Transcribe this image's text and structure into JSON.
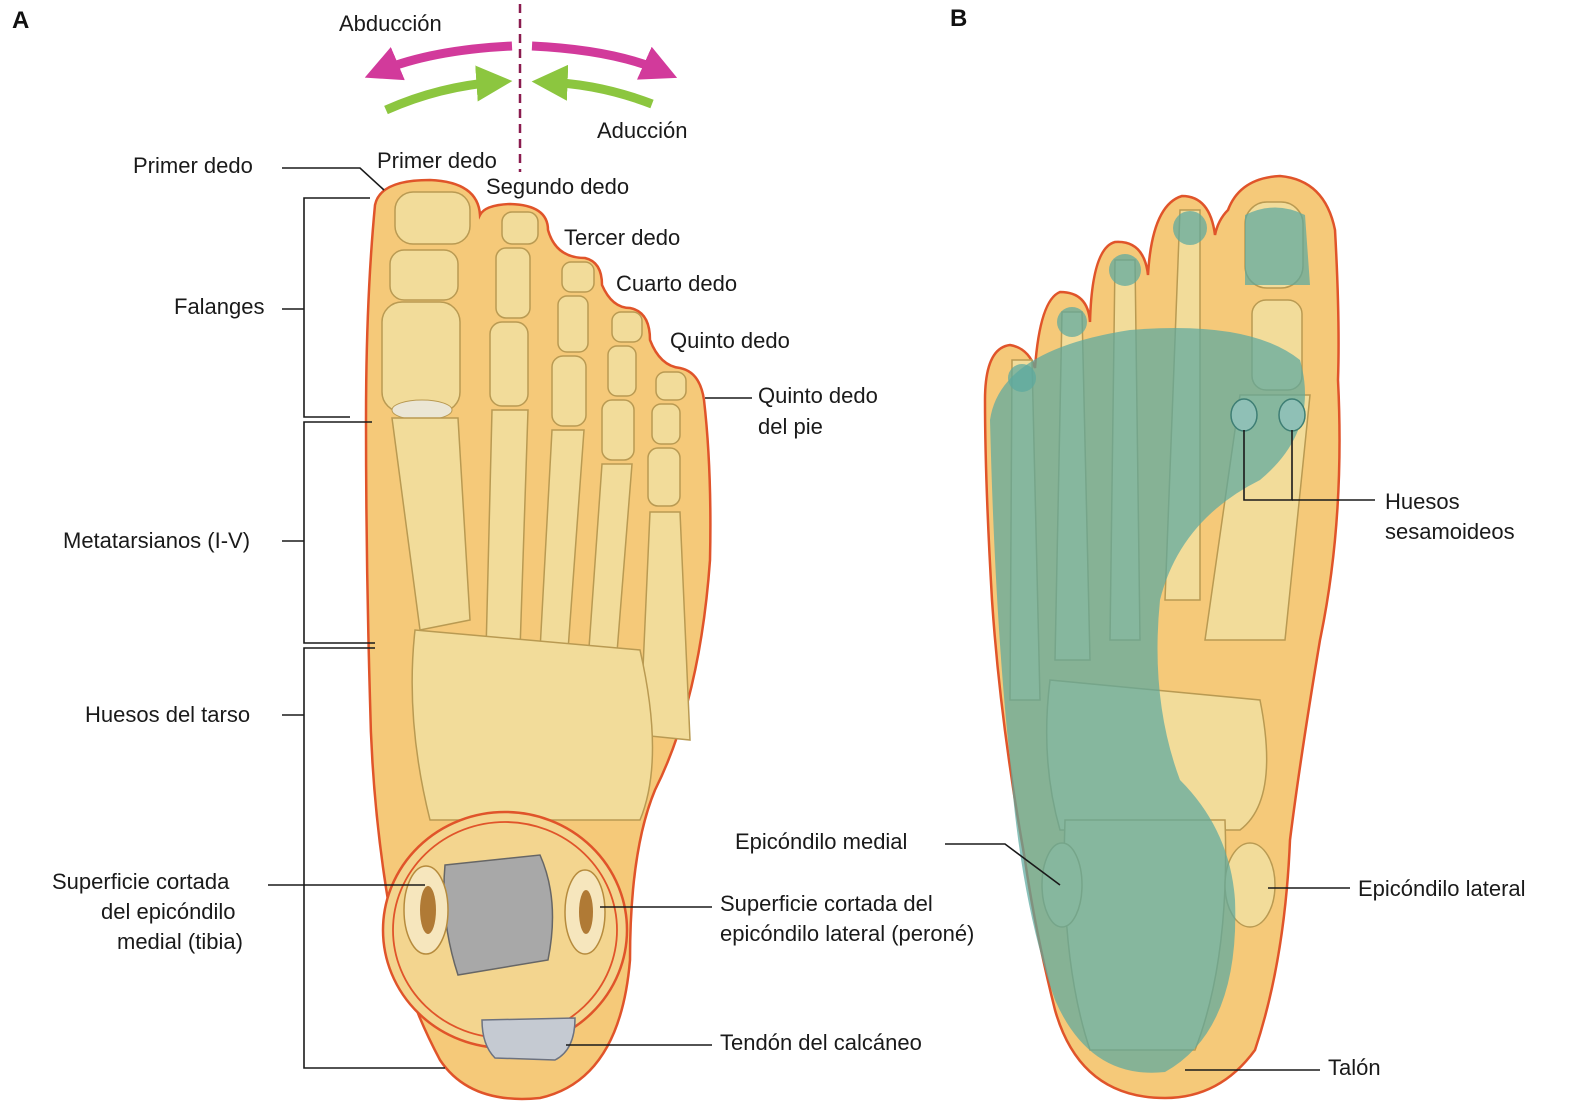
{
  "panels": {
    "a": "A",
    "b": "B"
  },
  "movement": {
    "abduction": "Abducción",
    "adduction": "Aducción",
    "abduction_color": "#d23a9b",
    "adduction_color": "#8cc63f"
  },
  "panel_a_labels": {
    "first_toe_left": "Primer dedo",
    "first_toe_top": "Primer dedo",
    "second_toe": "Segundo dedo",
    "third_toe": "Tercer dedo",
    "fourth_toe": "Cuarto dedo",
    "fifth_toe": "Quinto dedo",
    "fifth_toe_foot_1": "Quinto dedo",
    "fifth_toe_foot_2": "del pie",
    "phalanges": "Falanges",
    "metatarsals": "Metatarsianos (I-V)",
    "tarsals": "Huesos del tarso",
    "cut_medial_1": "Superficie cortada",
    "cut_medial_2": "del epicóndilo",
    "cut_medial_3": "medial (tibia)",
    "cut_lateral_1": "Superficie cortada del",
    "cut_lateral_2": "epicóndilo lateral (peroné)",
    "calcaneal_tendon": "Tendón del calcáneo"
  },
  "panel_b_labels": {
    "sesamoid_1": "Huesos",
    "sesamoid_2": "sesamoideos",
    "medial_epicondyle": "Epicóndilo medial",
    "lateral_epicondyle": "Epicóndilo lateral",
    "heel": "Talón"
  },
  "colors": {
    "skin": "#f5c979",
    "skin_outline": "#e0542a",
    "bone": "#f2dc9a",
    "weight_bearing": "#5ba9a0",
    "midline": "#8a1b4f"
  }
}
